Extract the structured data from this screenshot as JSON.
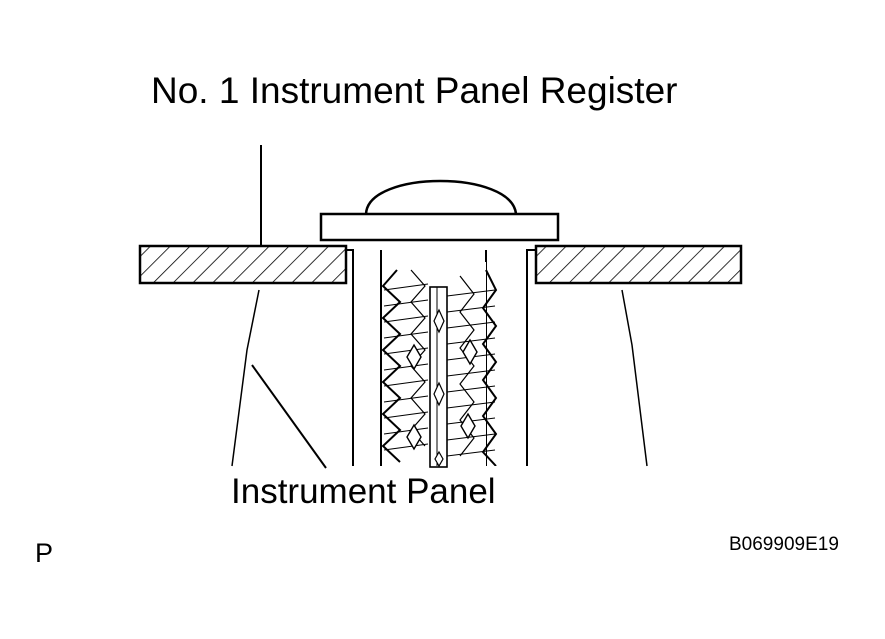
{
  "labels": {
    "register": "No. 1 Instrument Panel Register",
    "panel": "Instrument Panel",
    "corner_mark": "P",
    "reference_code": "B069909E19"
  }
}
